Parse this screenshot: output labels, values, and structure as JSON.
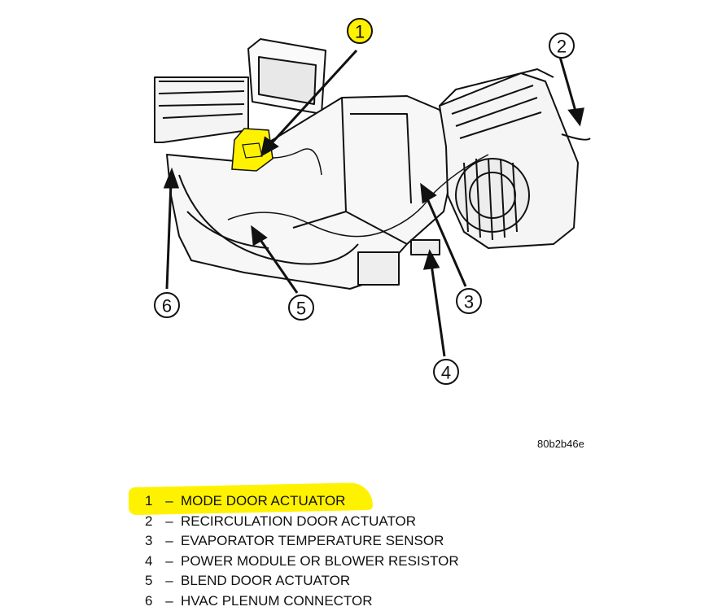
{
  "diagram": {
    "callouts": [
      {
        "num": "1",
        "highlighted": true
      },
      {
        "num": "2"
      },
      {
        "num": "3"
      },
      {
        "num": "4"
      },
      {
        "num": "5"
      },
      {
        "num": "6"
      }
    ],
    "highlight_color": "#fff200",
    "ref_code": "80b2b46e"
  },
  "legend": [
    {
      "num": "1",
      "dash": "–",
      "label": "MODE DOOR ACTUATOR",
      "highlighted": true
    },
    {
      "num": "2",
      "dash": "–",
      "label": "RECIRCULATION DOOR ACTUATOR"
    },
    {
      "num": "3",
      "dash": "–",
      "label": "EVAPORATOR TEMPERATURE SENSOR"
    },
    {
      "num": "4",
      "dash": "–",
      "label": "POWER MODULE OR BLOWER RESISTOR"
    },
    {
      "num": "5",
      "dash": "–",
      "label": "BLEND DOOR ACTUATOR"
    },
    {
      "num": "6",
      "dash": "–",
      "label": "HVAC PLENUM CONNECTOR"
    }
  ]
}
